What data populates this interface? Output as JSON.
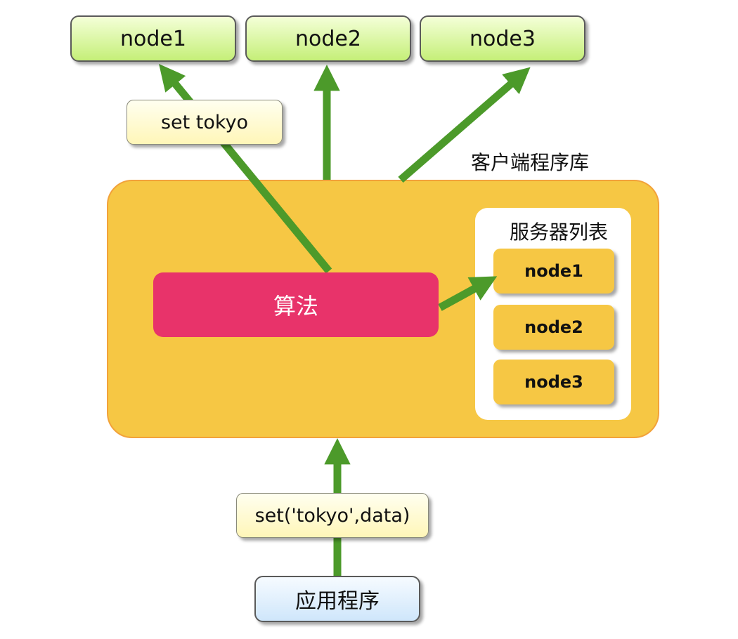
{
  "top_nodes": [
    {
      "label": "node1"
    },
    {
      "label": "node2"
    },
    {
      "label": "node3"
    }
  ],
  "set_key_label": "set tokyo",
  "client_library_label": "客户端程序库",
  "algorithm_label": "算法",
  "server_list": {
    "title": "服务器列表",
    "nodes": [
      {
        "label": "node1"
      },
      {
        "label": "node2"
      },
      {
        "label": "node3"
      }
    ]
  },
  "call_label": "set('tokyo',data)",
  "application_label": "应用程序",
  "colors": {
    "arrow": "#4c9a2a",
    "client_library": "#f6c744",
    "algorithm": "#e8336a"
  }
}
